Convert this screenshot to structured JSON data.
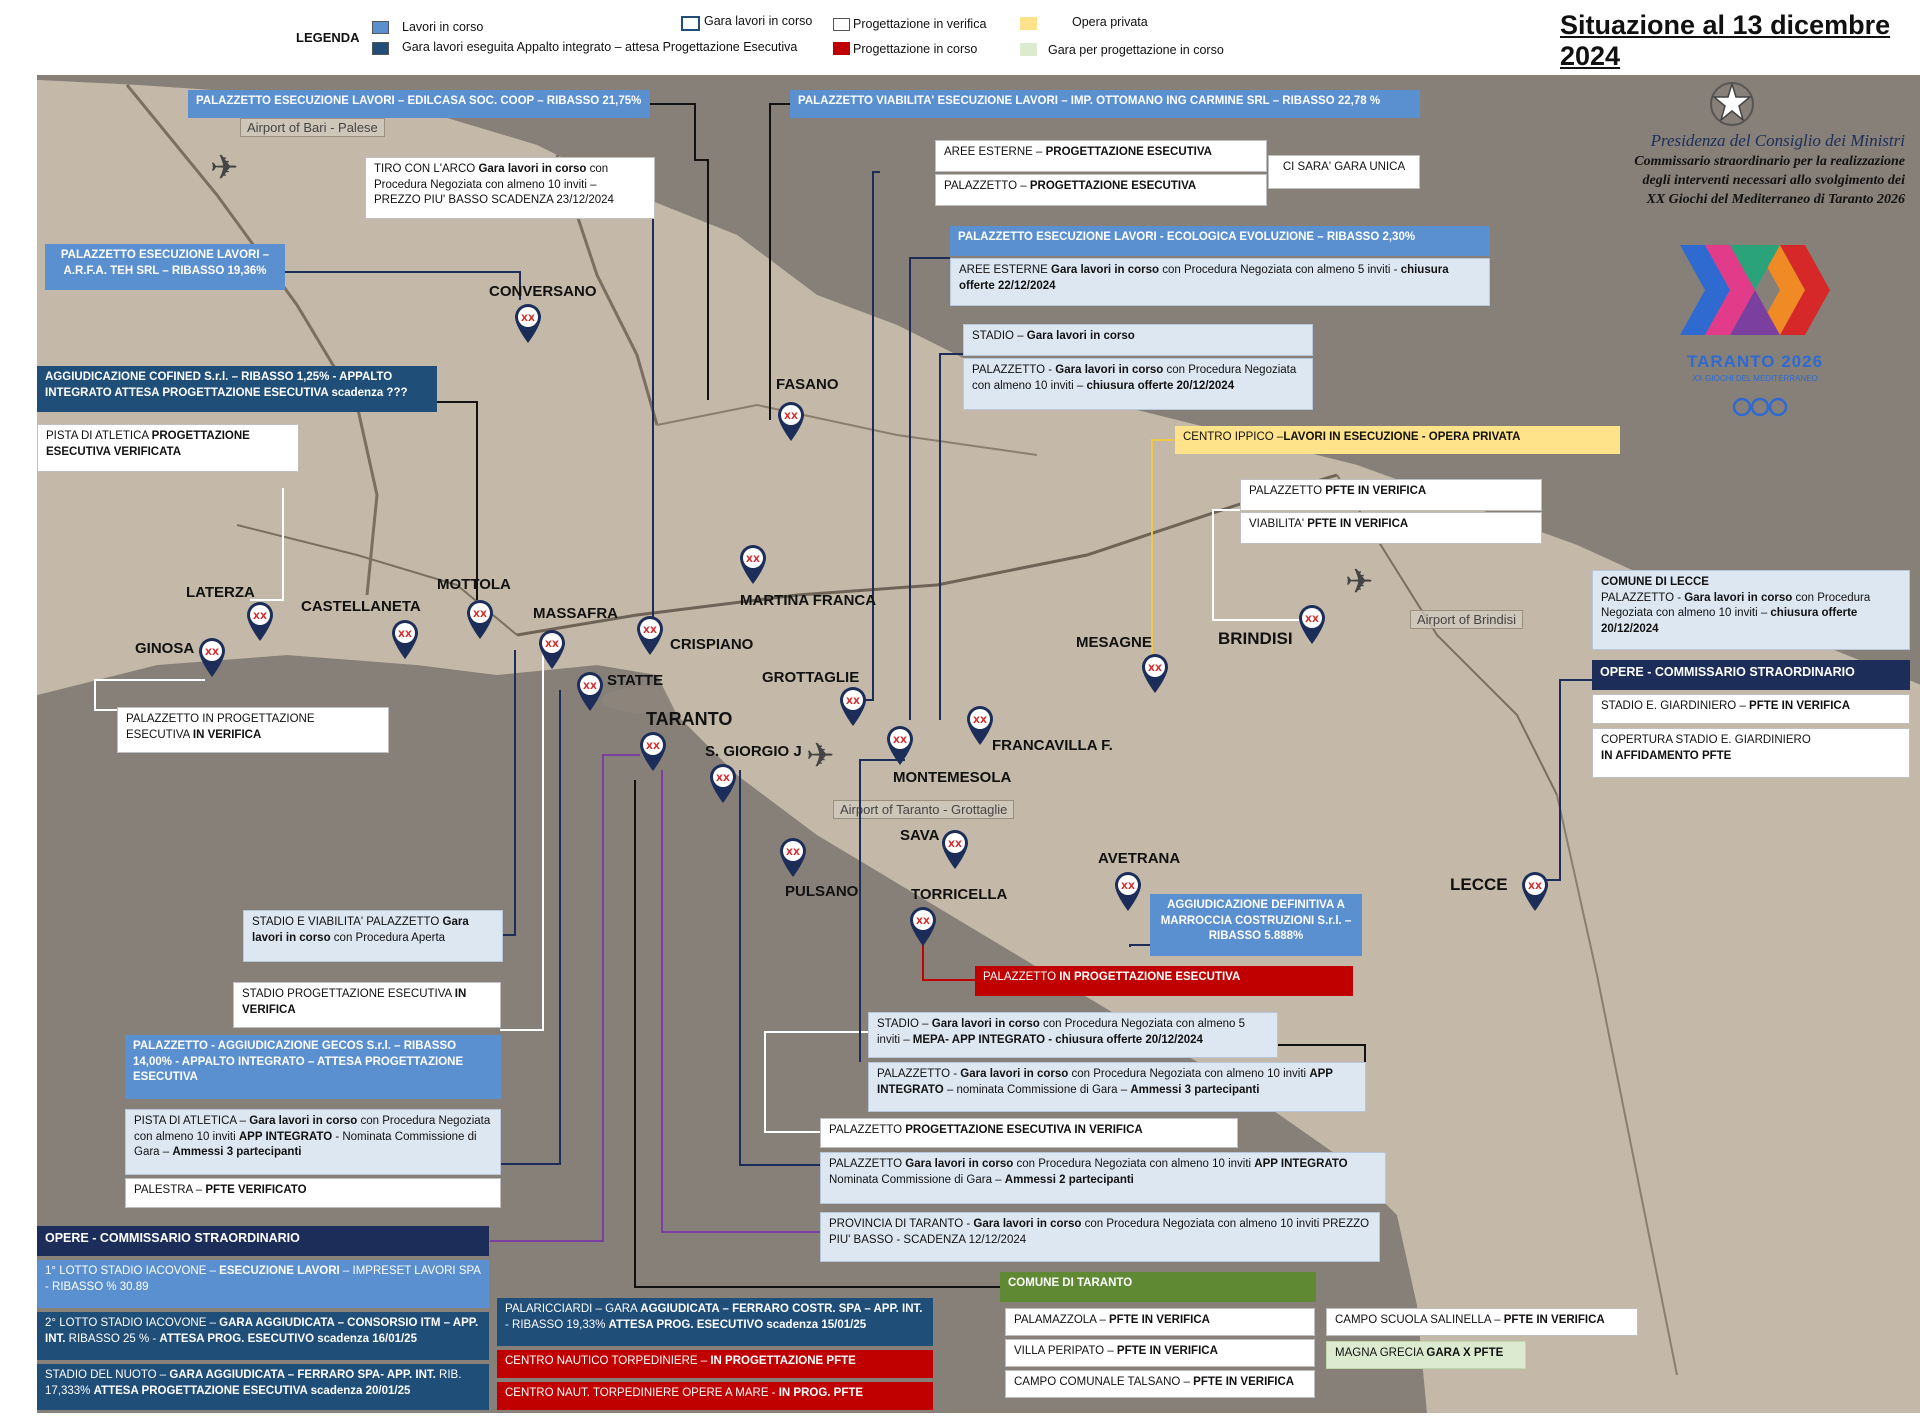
{
  "legend": {
    "title": "LEGENDA",
    "items": [
      {
        "label": "Lavori in corso",
        "color": "#5a8fd0"
      },
      {
        "label": "Gara lavori eseguita Appalto integrato – attesa Progettazione Esecutiva",
        "color": "#1f4e79"
      },
      {
        "label": "Gara lavori in corso",
        "color": "#ffffff"
      },
      {
        "label": "Progettazione in verifica",
        "color": "#ffffff"
      },
      {
        "label": "Progettazione in corso",
        "color": "#c00000"
      },
      {
        "label": "Opera privata",
        "color": "#ffe38a"
      },
      {
        "label": "Gara per progettazione in corso",
        "color": "#dcebd0"
      }
    ]
  },
  "header": {
    "date": "Situazione al 13 dicembre 2024"
  },
  "government": {
    "presidenza": "Presidenza del Consiglio dei Ministri",
    "line1": "Commissario straordinario per la realizzazione",
    "line2": "degli interventi necessari allo svolgimento dei",
    "line3": "XX Giochi del Mediterraneo di Taranto 2026",
    "logo_text": "TARANTO 2026",
    "logo_sub": "XX GIOCHI DEL MEDITERRANEO",
    "logo_mark": "XX"
  },
  "airports": {
    "bari": "Airport of Bari - Palese",
    "brindisi": "Airport of Brindisi",
    "taranto": "Airport of Taranto - Grottaglie"
  },
  "cities": {
    "conversano": "CONVERSANO",
    "fasano": "FASANO",
    "laterza": "LATERZA",
    "castellaneta": "CASTELLANETA",
    "mottola": "MOTTOLA",
    "massafra": "MASSAFRA",
    "ginosa": "GINOSA",
    "crispiano": "CRISPIANO",
    "statte": "STATTE",
    "taranto": "TARANTO",
    "sgiorgio": "S. GIORGIO J",
    "martina": "MARTINA FRANCA",
    "grottaglie": "GROTTAGLIE",
    "montemesola": "MONTEMESOLA",
    "francavilla": "FRANCAVILLA F.",
    "mesagne": "MESAGNE",
    "brindisi": "BRINDISI",
    "sava": "SAVA",
    "pulsano": "PULSANO",
    "torricella": "TORRICELLA",
    "avetrana": "AVETRANA",
    "lecce": "LECCE"
  },
  "boxes": {
    "palazzetto_edilcasa": "PALAZZETTO ESECUZIONE LAVORI – EDILCASA SOC. COOP – RIBASSO 21,75%",
    "palazzetto_viabilita": "PALAZZETTO VIABILITA' ESECUZIONE LAVORI – IMP. OTTOMANO ING CARMINE SRL – RIBASSO 22,78 %",
    "tiro_arco_a": "TIRO CON L'ARCO ",
    "tiro_arco_b": "Gara lavori in corso",
    "tiro_arco_c": " con Procedura Negoziata con almeno 10 inviti – PREZZO PIU' BASSO SCADENZA 23/12/2024",
    "aree_esterne_prog": "AREE ESTERNE – ",
    "aree_esterne_prog_b": "PROGETTAZIONE ESECUTIVA",
    "palazzetto_prog": "PALAZZETTO – ",
    "palazzetto_prog_b": "PROGETTAZIONE ESECUTIVA",
    "gara_unica": "CI SARA' GARA UNICA",
    "arfa": "PALAZZETTO ESECUZIONE LAVORI – A.R.F.A. TEH SRL – RIBASSO 19,36%",
    "ecologica": "PALAZZETTO ESECUZIONE LAVORI - ECOLOGICA EVOLUZIONE – RIBASSO 2,30%",
    "aree_esterne_gara_a": "AREE ESTERNE ",
    "aree_esterne_gara_b": "Gara lavori in corso",
    "aree_esterne_gara_c": " con Procedura Negoziata con almeno 5 inviti - ",
    "aree_esterne_gara_d": "chiusura offerte 22/12/2024",
    "stadio_fasano_a": "STADIO – ",
    "stadio_fasano_b": "Gara lavori in corso",
    "palaz_fasano_a": "PALAZZETTO - ",
    "palaz_fasano_b": "Gara lavori in corso",
    "palaz_fasano_c": " con Procedura Negoziata con almeno 10 inviti – ",
    "palaz_fasano_d": "chiusura offerte 20/12/2024",
    "cofined": "AGGIUDICAZIONE COFINED S.r.l. – RIBASSO 1,25% - APPALTO INTEGRATO ATTESA PROGETTAZIONE ESECUTIVA scadenza ???",
    "pista_atletica_a": "PISTA DI ATLETICA ",
    "pista_atletica_b": "PROGETTAZIONE ESECUTIVA VERIFICATA",
    "centro_ippico_a": "CENTRO IPPICO –",
    "centro_ippico_b": "LAVORI IN ESECUZIONE - OPERA PRIVATA",
    "brindisi_palazzetto_a": "PALAZZETTO ",
    "brindisi_palazzetto_b": "PFTE IN VERIFICA",
    "brindisi_viabilita_a": "VIABILITA' ",
    "brindisi_viabilita_b": "PFTE IN VERIFICA",
    "lecce_title": "COMUNE DI LECCE",
    "lecce_a": "PALAZZETTO - ",
    "lecce_b": "Gara lavori in corso",
    "lecce_c": " con Procedura Negoziata con almeno 10 inviti – ",
    "lecce_d": "chiusura offerte 20/12/2024",
    "lecce_opere": "OPERE - COMMISSARIO STRAORDINARIO",
    "lecce_stadio_a": "STADIO E. GIARDINIERO – ",
    "lecce_stadio_b": "PFTE IN VERIFICA",
    "lecce_copertura_a": "COPERTURA STADIO E. GIARDINIERO",
    "lecce_copertura_b": "IN AFFIDAMENTO PFTE",
    "ginosa_a": "PALAZZETTO IN PROGETTAZIONE ESECUTIVA ",
    "ginosa_b": "IN VERIFICA",
    "stadio_viab_a": "STADIO E VIABILITA' PALAZZETTO ",
    "stadio_viab_b": "Gara lavori in corso",
    "stadio_viab_c": " con Procedura Aperta",
    "stadio_prog_a": "STADIO PROGETTAZIONE ESECUTIVA ",
    "stadio_prog_b": "IN VERIFICA",
    "gecos": "PALAZZETTO - AGGIUDICAZIONE GECOS S.r.l. – RIBASSO 14,00% - APPALTO INTEGRATO – ATTESA PROGETTAZIONE ESECUTIVA",
    "pista_gara_a": "PISTA DI ATLETICA – ",
    "pista_gara_b": "Gara lavori in corso",
    "pista_gara_c": " con Procedura Negoziata con almeno 10 inviti ",
    "pista_gara_d": "APP INTEGRATO",
    "pista_gara_e": " - Nominata Commissione di Gara – ",
    "pista_gara_f": "Ammessi 3 partecipanti",
    "palestra_a": "PALESTRA – ",
    "palestra_b": "PFTE VERIFICATO",
    "avetrana": "AGGIUDICAZIONE DEFINITIVA A MARROCCIA COSTRUZIONI S.r.l. – RIBASSO 5.888%",
    "torricella_a": "PALAZZETTO ",
    "torricella_b": "IN PROGETTAZIONE ESECUTIVA",
    "sava_stadio_a": "STADIO – ",
    "sava_stadio_b": "Gara lavori in corso",
    "sava_stadio_c": " con Procedura Negoziata con almeno 5  inviti – ",
    "sava_stadio_d": "MEPA- APP INTEGRATO - chiusura offerte 20/12/2024",
    "sava_palaz_a": "PALAZZETTO - ",
    "sava_palaz_b": "Gara lavori in corso",
    "sava_palaz_c": " con Procedura Negoziata con almeno 10 inviti ",
    "sava_palaz_d": "APP INTEGRATO",
    "sava_palaz_e": " – nominata Commissione di Gara – ",
    "sava_palaz_f": "Ammessi 3 partecipanti",
    "pulsano_a": "PALAZZETTO ",
    "pulsano_b": "PROGETTAZIONE ESECUTIVA IN VERIFICA",
    "sgiorgio_a": "PALAZZETTO ",
    "sgiorgio_b": "Gara lavori in corso",
    "sgiorgio_c": " con Procedura Negoziata con almeno 10 inviti ",
    "sgiorgio_d": "APP INTEGRATO",
    "sgiorgio_e": " Nominata Commissione di Gara – ",
    "sgiorgio_f": "Ammessi 2 partecipanti",
    "provincia_a": "PROVINCIA DI TARANTO - ",
    "provincia_b": "Gara lavori in corso",
    "provincia_c": " con Procedura Negoziata con almeno 10 inviti PREZZO PIU' BASSO - SCADENZA 12/12/2024",
    "opere_taranto": "OPERE - COMMISSARIO STRAORDINARIO",
    "iacovone1_a": "1° LOTTO STADIO IACOVONE – ",
    "iacovone1_b": "ESECUZIONE LAVORI",
    "iacovone1_c": " – IMPRESET LAVORI SPA - RIBASSO % 30.89",
    "iacovone2_a": "2° LOTTO STADIO IACOVONE – ",
    "iacovone2_b": "GARA AGGIUDICATA – CONSORSIO ITM – APP.  INT.",
    "iacovone2_c": " RIBASSO 25 % - ",
    "iacovone2_d": "ATTESA PROG. ESECUTIVO scadenza 16/01/25",
    "nuoto_a": "STADIO DEL NUOTO – ",
    "nuoto_b": "GARA AGGIUDICATA – FERRARO SPA- APP.  INT.",
    "nuoto_c": " RIB. 17,333% ",
    "nuoto_d": "ATTESA PROGETTAZIONE ESECUTIVA scadenza 20/01/25",
    "palaricciardi_a": "PALARICCIARDI – GARA ",
    "palaricciardi_b": "AGGIUDICATA – FERRARO COSTR. SPA – APP. INT.",
    "palaricciardi_c": " - RIBASSO 19,33% ",
    "palaricciardi_d": "ATTESA PROG. ESECUTIVO scadenza 15/01/25",
    "nautico_a": "CENTRO NAUTICO TORPEDINIERE – ",
    "nautico_b": "IN PROGETTAZIONE PFTE",
    "naut_mare_a": "CENTRO NAUT. TORPEDINIERE OPERE A MARE - ",
    "naut_mare_b": "IN PROG. PFTE",
    "comune_taranto": "COMUNE DI TARANTO",
    "palamazzola_a": "PALAMAZZOLA – ",
    "palamazzola_b": "PFTE IN VERIFICA",
    "peripato_a": "VILLA PERIPATO – ",
    "peripato_b": "PFTE IN VERIFICA",
    "talsano_a": "CAMPO COMUNALE TALSANO – ",
    "talsano_b": "PFTE IN VERIFICA",
    "salinella_a": "CAMPO SCUOLA SALINELLA – ",
    "salinella_b": "PFTE IN VERIFICA",
    "magna_a": "MAGNA GRECIA ",
    "magna_b": "GARA X PFTE"
  }
}
